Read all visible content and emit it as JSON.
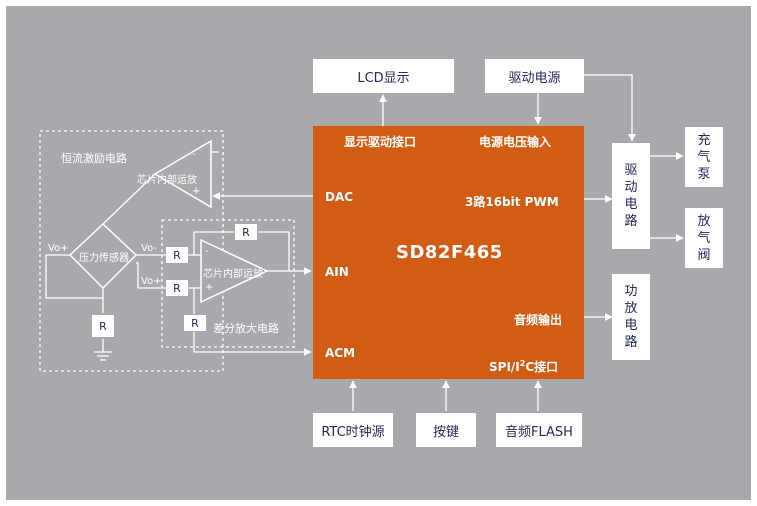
{
  "chip": {
    "title": "SD82F465",
    "ports": {
      "display_if": "显示驱动接口",
      "power_in": "电源电压输入",
      "dac": "DAC",
      "pwm": "3路16bit PWM",
      "ain": "AIN",
      "audio_out": "音频输出",
      "acm": "ACM",
      "spi_prefix": "SPI/I",
      "spi_sup": "2",
      "spi_suffix": "C接口"
    }
  },
  "blocks": {
    "lcd": "LCD显示",
    "drive_power": "驱动电源",
    "drive_circuit": "驱动电路",
    "pump": "充气泵",
    "valve": "放气阀",
    "amp_circuit": "功放电路",
    "rtc": "RTC时钟源",
    "keys": "按键",
    "flash": "音频FLASH"
  },
  "excitation": {
    "label": "恒流激励电路",
    "opamp_label": "芯片内部运放",
    "minus": "-",
    "plus": "+"
  },
  "sensor": {
    "label": "压力传感器",
    "vo_plus_left": "Vo+",
    "vo_minus": "Vo-",
    "vo_plus_right": "Vo+",
    "resistor": "R"
  },
  "diff_amp": {
    "label": "差分放大电路",
    "opamp_label": "芯片内部运放",
    "minus": "-",
    "plus": "+",
    "r_feedback": "R",
    "r_in1": "R",
    "r_in2": "R",
    "r_gnd": "R"
  },
  "colors": {
    "background": "#a7a9ac",
    "chip": "#d35c15",
    "text": "#232a5e",
    "wire": "#ffffff"
  }
}
